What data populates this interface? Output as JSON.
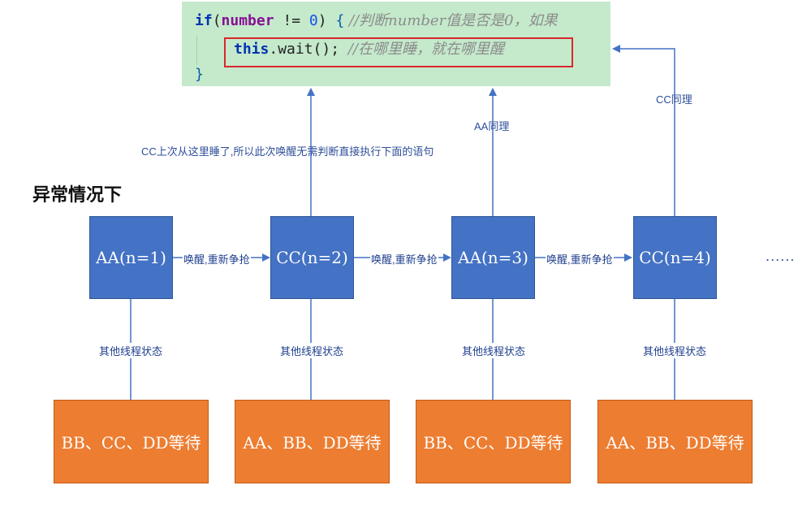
{
  "code": {
    "line1": {
      "kw_if": "if",
      "paren_open": "(",
      "ident": "number",
      "op": " != ",
      "num": "0",
      "paren_close": ") ",
      "brace": "{",
      "comment": " //判断number值是否是0，如果"
    },
    "line2": {
      "kw_this": "this",
      "call": ".wait(); ",
      "comment": "//在哪里睡，就在哪里醒"
    },
    "line3": {
      "brace": "}"
    }
  },
  "heading": "异常情况下",
  "annotations": {
    "cc_note": "CC上次从这里睡了,所以此次唤醒无需判断直接执行下面的语句",
    "aa_same": "AA同理",
    "cc_same": "CC同理"
  },
  "threads": [
    {
      "label": "AA(n=1)"
    },
    {
      "label": "CC(n=2)"
    },
    {
      "label": "AA(n=3)"
    },
    {
      "label": "CC(n=4)"
    }
  ],
  "wake_label": "唤醒,重新争抢",
  "others_label": "其他线程状态",
  "waiting": [
    {
      "label": "BB、CC、DD等待"
    },
    {
      "label": "AA、BB、DD等待"
    },
    {
      "label": "BB、CC、DD等待"
    },
    {
      "label": "AA、BB、DD等待"
    }
  ],
  "ellipsis": "......",
  "colors": {
    "thread_box": "#4472c4",
    "wait_box": "#ed7d31",
    "code_bg": "#c4e9cb",
    "highlight": "#d9272d",
    "connector": "#4472c4"
  }
}
